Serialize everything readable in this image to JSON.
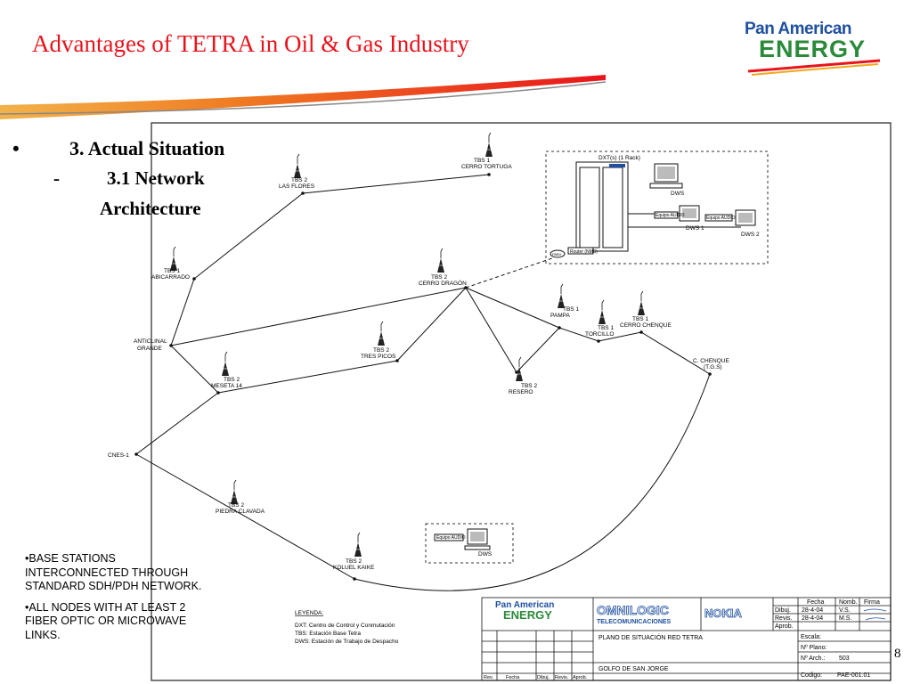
{
  "header": {
    "title": "Advantages of TETRA in Oil & Gas Industry",
    "logo_line1": "Pan American",
    "logo_line2": "ENERGY"
  },
  "outline": {
    "bullet1_mark": "•",
    "bullet1_text": "3. Actual Situation",
    "bullet2_mark": "-",
    "bullet2_line1": "3.1 Network",
    "bullet2_line2": "Architecture"
  },
  "notes": [
    "•BASE STATIONS INTERCONNECTED THROUGH STANDARD SDH/PDH NETWORK.",
    "•ALL NODES WITH AT LEAST 2 FIBER OPTIC OR MICROWAVE LINKS."
  ],
  "page_number": "8",
  "network": {
    "stations": [
      {
        "id": "cerro-tortuga",
        "line1": "TBS 1",
        "line2": "CERRO TORTUGA"
      },
      {
        "id": "las-flores",
        "line1": "TBS 2",
        "line2": "LAS FLORES"
      },
      {
        "id": "abicarrado",
        "line1": "TBS 1",
        "line2": "ABICARRADO"
      },
      {
        "id": "cerro-dragon",
        "line1": "TBS 2",
        "line2": "CERRO DRAGÓN"
      },
      {
        "id": "pampa",
        "line1": "TBS 1",
        "line2": "PAMPA"
      },
      {
        "id": "torcillo",
        "line1": "TBS 1",
        "line2": "TORCILLO"
      },
      {
        "id": "cerro-chenque",
        "line1": "TBS 1",
        "line2": "CERRO CHENQUE"
      },
      {
        "id": "tres-picos",
        "line1": "TBS 2",
        "line2": "TRES PICOS"
      },
      {
        "id": "meseta-14",
        "line1": "TBS 2",
        "line2": "MESETA 14"
      },
      {
        "id": "resero",
        "line1": "TBS 2",
        "line2": "RESERO"
      },
      {
        "id": "piedra-clavada",
        "line1": "TBS 2",
        "line2": "PIEDRA CLAVADA"
      },
      {
        "id": "koluel-kaike",
        "line1": "TBS 2",
        "line2": "KOLUEL KAIKE"
      }
    ],
    "nodes": {
      "anticlinal": [
        "ANTICLINAL",
        "GRANDE"
      ],
      "chenque": [
        "C. CHENQUE",
        "(T.G.S)"
      ],
      "cnes": "CNES-1"
    },
    "dxt_box": {
      "cabinet_label": "DXT(s) (1 Rack)",
      "console1": "Equipo AUDIO",
      "console2": "Equipo AUDIO",
      "dws1": "DWS 1",
      "dws2": "DWS 2",
      "gateway": "Router (NMS)",
      "small": "PABX"
    },
    "koluel_box": {
      "console": "Equipo AUDIO",
      "dws": "DWS"
    },
    "legend": {
      "title": "LEYENDA:",
      "items": [
        "DXT:  Centro de Control y Conmutación",
        "TBS:  Estación Base Tetra",
        "DWS:  Estación de Trabajo de Despacho"
      ]
    },
    "title_block": {
      "brand1_line1": "Pan American",
      "brand1_line2": "ENERGY",
      "brand2_line1": "OMNILOGIC",
      "brand2_line2": "TELECOMUNICACIONES",
      "brand3": "NOKIA",
      "plan_title": "PLANO DE SITUACIÓN RED TETRA",
      "location": "GOLFO DE SAN JORGE",
      "col_headers": [
        "Fecha",
        "Nomb.",
        "Firma"
      ],
      "rows": [
        {
          "label": "Dibuj.",
          "date": "28-4-04",
          "name": "V.S."
        },
        {
          "label": "Revis.",
          "date": "28-4-04",
          "name": "M.S."
        },
        {
          "label": "Aprob.",
          "date": "",
          "name": ""
        }
      ],
      "fields": [
        {
          "label": "Escala:",
          "value": ""
        },
        {
          "label": "Nº Plano:",
          "value": ""
        },
        {
          "label": "Nº Arch.:",
          "value": "503"
        },
        {
          "label": "Codigo:",
          "value": "PAE-001.01"
        }
      ],
      "rev_headers": [
        "Rev.",
        "Fecha",
        "Dibuj.",
        "Revis.",
        "Aprob."
      ]
    }
  }
}
